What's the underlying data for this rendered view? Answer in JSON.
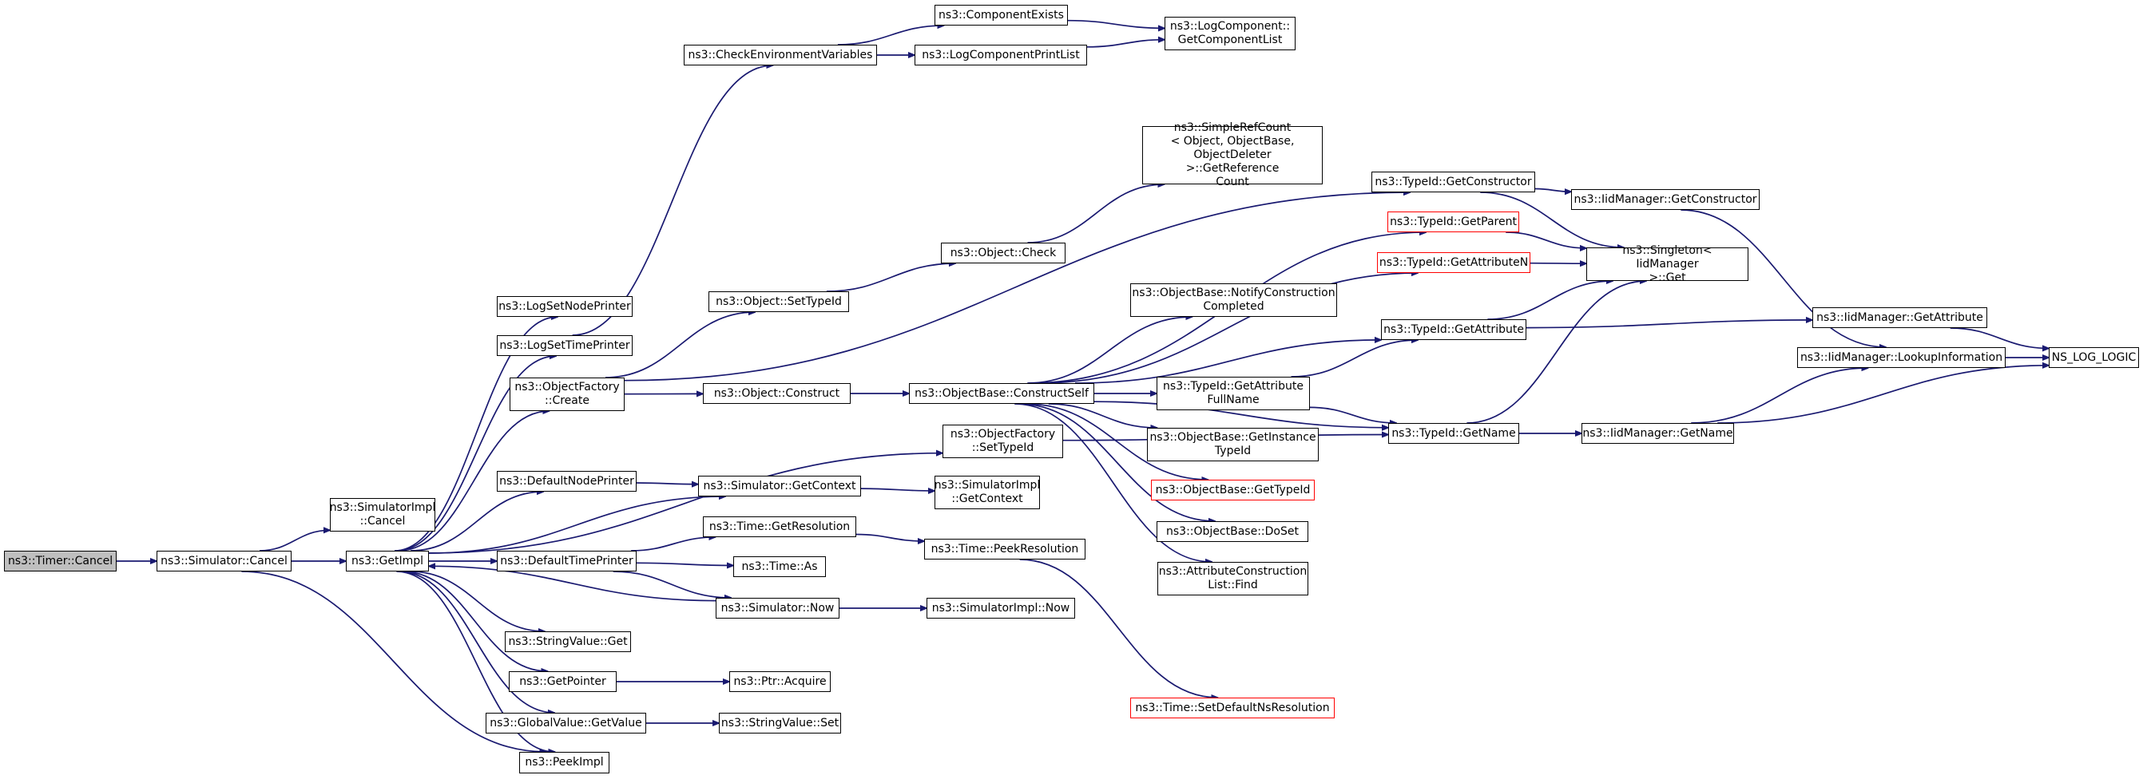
{
  "graph": {
    "colors": {
      "edge": "#191970",
      "root_fill": "#bfbfbf",
      "truncated_border": "#ff0000",
      "node_border": "#000000"
    },
    "nodes": [
      {
        "id": "timer_cancel",
        "label": "ns3::Timer::Cancel",
        "style": "root"
      },
      {
        "id": "sim_cancel",
        "label": "ns3::Simulator::Cancel"
      },
      {
        "id": "simimpl_cancel",
        "label": "ns3::SimulatorImpl\n::Cancel"
      },
      {
        "id": "getimpl",
        "label": "ns3::GetImpl"
      },
      {
        "id": "peekimpl",
        "label": "ns3::PeekImpl"
      },
      {
        "id": "logsetnode",
        "label": "ns3::LogSetNodePrinter"
      },
      {
        "id": "logsettime",
        "label": "ns3::LogSetTimePrinter"
      },
      {
        "id": "objfactory_create",
        "label": "ns3::ObjectFactory\n::Create"
      },
      {
        "id": "defaultnode",
        "label": "ns3::DefaultNodePrinter"
      },
      {
        "id": "defaulttime",
        "label": "ns3::DefaultTimePrinter"
      },
      {
        "id": "stringvalue_get",
        "label": "ns3::StringValue::Get"
      },
      {
        "id": "getpointer",
        "label": "ns3::GetPointer"
      },
      {
        "id": "globalvalue_get",
        "label": "ns3::GlobalValue::GetValue"
      },
      {
        "id": "checkenv",
        "label": "ns3::CheckEnvironmentVariables"
      },
      {
        "id": "object_settypeid",
        "label": "ns3::Object::SetTypeId"
      },
      {
        "id": "object_construct",
        "label": "ns3::Object::Construct"
      },
      {
        "id": "sim_getcontext",
        "label": "ns3::Simulator::GetContext"
      },
      {
        "id": "time_getres",
        "label": "ns3::Time::GetResolution"
      },
      {
        "id": "time_as",
        "label": "ns3::Time::As"
      },
      {
        "id": "sim_now",
        "label": "ns3::Simulator::Now"
      },
      {
        "id": "ptr_acquire",
        "label": "ns3::Ptr::Acquire"
      },
      {
        "id": "stringvalue_set",
        "label": "ns3::StringValue::Set"
      },
      {
        "id": "componentexists",
        "label": "ns3::ComponentExists"
      },
      {
        "id": "logcomponentprintlist",
        "label": "ns3::LogComponentPrintList"
      },
      {
        "id": "object_check",
        "label": "ns3::Object::Check"
      },
      {
        "id": "simplerefcount",
        "label": "ns3::SimpleRefCount\n< Object, ObjectBase,\nObjectDeleter >::GetReference\nCount"
      },
      {
        "id": "objbase_constructself",
        "label": "ns3::ObjectBase::ConstructSelf"
      },
      {
        "id": "objfactory_settypeid",
        "label": "ns3::ObjectFactory\n::SetTypeId"
      },
      {
        "id": "simimpl_getcontext",
        "label": "ns3::SimulatorImpl\n::GetContext"
      },
      {
        "id": "time_peekres",
        "label": "ns3::Time::PeekResolution"
      },
      {
        "id": "simimpl_now",
        "label": "ns3::SimulatorImpl::Now"
      },
      {
        "id": "logcomponent_getlist",
        "label": "ns3::LogComponent::\nGetComponentList"
      },
      {
        "id": "objbase_notify",
        "label": "ns3::ObjectBase::NotifyConstruction\nCompleted"
      },
      {
        "id": "typeid_getattrfullname",
        "label": "ns3::TypeId::GetAttribute\nFullName"
      },
      {
        "id": "objbase_getinstancetypeid",
        "label": "ns3::ObjectBase::GetInstance\nTypeId"
      },
      {
        "id": "objbase_gettypeid",
        "label": "ns3::ObjectBase::GetTypeId",
        "style": "red"
      },
      {
        "id": "objbase_doset",
        "label": "ns3::ObjectBase::DoSet"
      },
      {
        "id": "attrconstruct_find",
        "label": "ns3::AttributeConstruction\nList::Find"
      },
      {
        "id": "time_setdefaultns",
        "label": "ns3::Time::SetDefaultNsResolution",
        "style": "red"
      },
      {
        "id": "typeid_getconstructor",
        "label": "ns3::TypeId::GetConstructor"
      },
      {
        "id": "typeid_getparent",
        "label": "ns3::TypeId::GetParent",
        "style": "red"
      },
      {
        "id": "typeid_getattributen",
        "label": "ns3::TypeId::GetAttributeN",
        "style": "red"
      },
      {
        "id": "typeid_getattribute",
        "label": "ns3::TypeId::GetAttribute"
      },
      {
        "id": "typeid_getname",
        "label": "ns3::TypeId::GetName"
      },
      {
        "id": "iidmanager_getconstructor",
        "label": "ns3::IidManager::GetConstructor"
      },
      {
        "id": "singleton_get",
        "label": "ns3::Singleton< IidManager\n>::Get"
      },
      {
        "id": "iidmanager_getname",
        "label": "ns3::IidManager::GetName"
      },
      {
        "id": "iidmanager_getattribute",
        "label": "ns3::IidManager::GetAttribute"
      },
      {
        "id": "iidmanager_lookup",
        "label": "ns3::IidManager::LookupInformation"
      },
      {
        "id": "ns_log_logic",
        "label": "NS_LOG_LOGIC"
      }
    ],
    "edges": [
      [
        "timer_cancel",
        "sim_cancel"
      ],
      [
        "sim_cancel",
        "simimpl_cancel"
      ],
      [
        "sim_cancel",
        "getimpl"
      ],
      [
        "sim_cancel",
        "peekimpl"
      ],
      [
        "getimpl",
        "logsetnode"
      ],
      [
        "getimpl",
        "logsettime"
      ],
      [
        "getimpl",
        "objfactory_create"
      ],
      [
        "getimpl",
        "objfactory_settypeid"
      ],
      [
        "getimpl",
        "defaultnode"
      ],
      [
        "getimpl",
        "defaulttime"
      ],
      [
        "getimpl",
        "stringvalue_get"
      ],
      [
        "getimpl",
        "getpointer"
      ],
      [
        "getimpl",
        "globalvalue_get"
      ],
      [
        "getimpl",
        "peekimpl"
      ],
      [
        "getimpl",
        "sim_getcontext"
      ],
      [
        "logsettime",
        "checkenv"
      ],
      [
        "objfactory_create",
        "object_settypeid"
      ],
      [
        "objfactory_create",
        "object_construct"
      ],
      [
        "objfactory_create",
        "typeid_getconstructor"
      ],
      [
        "defaultnode",
        "sim_getcontext"
      ],
      [
        "defaulttime",
        "time_getres"
      ],
      [
        "defaulttime",
        "time_as"
      ],
      [
        "defaulttime",
        "sim_now"
      ],
      [
        "sim_now",
        "getimpl"
      ],
      [
        "sim_now",
        "simimpl_now"
      ],
      [
        "getpointer",
        "ptr_acquire"
      ],
      [
        "globalvalue_get",
        "stringvalue_set"
      ],
      [
        "checkenv",
        "componentexists"
      ],
      [
        "checkenv",
        "logcomponentprintlist"
      ],
      [
        "componentexists",
        "logcomponent_getlist"
      ],
      [
        "logcomponentprintlist",
        "logcomponent_getlist"
      ],
      [
        "object_settypeid",
        "object_check"
      ],
      [
        "object_check",
        "simplerefcount"
      ],
      [
        "object_construct",
        "objbase_constructself"
      ],
      [
        "sim_getcontext",
        "simimpl_getcontext"
      ],
      [
        "time_getres",
        "time_peekres"
      ],
      [
        "time_peekres",
        "time_setdefaultns"
      ],
      [
        "objfactory_settypeid",
        "typeid_getname"
      ],
      [
        "objbase_constructself",
        "typeid_getparent"
      ],
      [
        "objbase_constructself",
        "typeid_getattributen"
      ],
      [
        "objbase_constructself",
        "objbase_notify"
      ],
      [
        "objbase_constructself",
        "typeid_getattribute"
      ],
      [
        "objbase_constructself",
        "typeid_getattrfullname"
      ],
      [
        "objbase_constructself",
        "objbase_getinstancetypeid"
      ],
      [
        "objbase_constructself",
        "objbase_gettypeid"
      ],
      [
        "objbase_constructself",
        "objbase_doset"
      ],
      [
        "objbase_constructself",
        "attrconstruct_find"
      ],
      [
        "objbase_constructself",
        "typeid_getname"
      ],
      [
        "typeid_getattrfullname",
        "typeid_getattribute"
      ],
      [
        "typeid_getattrfullname",
        "typeid_getname"
      ],
      [
        "typeid_getconstructor",
        "iidmanager_getconstructor"
      ],
      [
        "typeid_getconstructor",
        "singleton_get"
      ],
      [
        "typeid_getparent",
        "singleton_get"
      ],
      [
        "typeid_getattributen",
        "singleton_get"
      ],
      [
        "typeid_getattribute",
        "singleton_get"
      ],
      [
        "typeid_getattribute",
        "iidmanager_getattribute"
      ],
      [
        "typeid_getname",
        "singleton_get"
      ],
      [
        "typeid_getname",
        "iidmanager_getname"
      ],
      [
        "iidmanager_getconstructor",
        "iidmanager_lookup"
      ],
      [
        "iidmanager_getattribute",
        "ns_log_logic"
      ],
      [
        "iidmanager_getname",
        "iidmanager_lookup"
      ],
      [
        "iidmanager_getname",
        "ns_log_logic"
      ],
      [
        "iidmanager_lookup",
        "ns_log_logic"
      ]
    ]
  }
}
